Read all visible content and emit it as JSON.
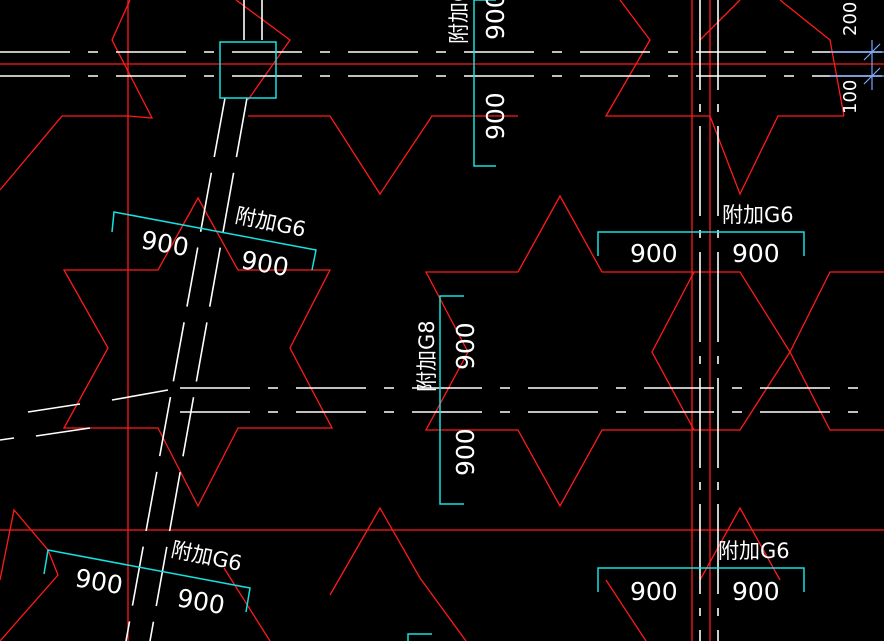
{
  "drawing": {
    "background": "#000000",
    "colors": {
      "reinforcement": "#ff1a1a",
      "axis_lines": "#ffffff",
      "dimension_brackets": "#17e0e0",
      "ticks": "#7aa8ff",
      "text": "#ffffff"
    },
    "dimensions": {
      "d900": "900",
      "d200": "200",
      "d100": "100"
    },
    "annotations": {
      "g6": "附加G6",
      "g8": "附加G8",
      "top_clipped": "附加G"
    }
  }
}
